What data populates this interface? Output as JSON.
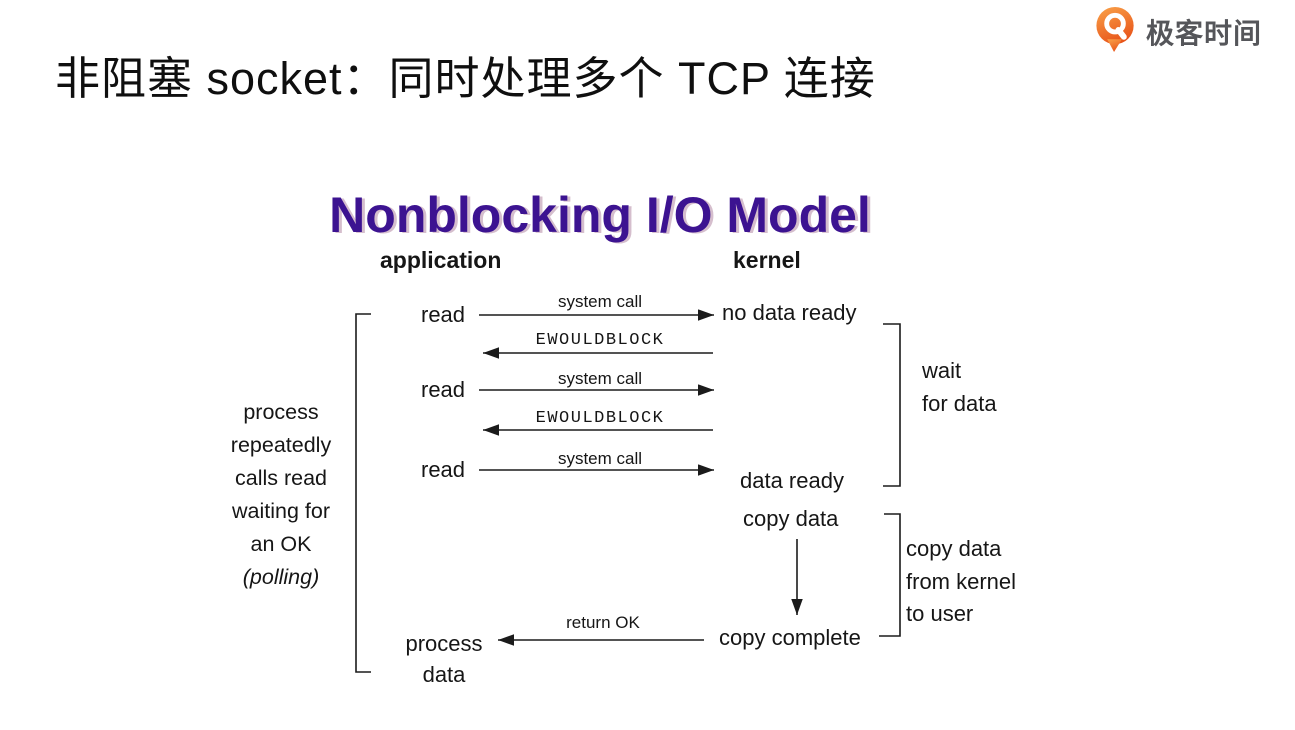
{
  "header": {
    "brand": "极客时间",
    "title": "非阻塞 socket：同时处理多个 TCP 连接"
  },
  "diagram": {
    "title": "Nonblocking I/O Model",
    "columns": {
      "left": "application",
      "right": "kernel"
    },
    "labels": {
      "read": "read",
      "system_call": "system call",
      "ewouldblock": "EWOULDBLOCK",
      "return_ok": "return OK"
    },
    "kernel_states": {
      "no_data_ready": "no data ready",
      "data_ready": "data ready",
      "copy_data": "copy data",
      "copy_complete": "copy complete"
    },
    "process_data": {
      "line1": "process",
      "line2": "data"
    },
    "left_note": [
      "process",
      "repeatedly",
      "calls read",
      "waiting for",
      "an OK",
      "(polling)"
    ],
    "wait_note": [
      "wait",
      "for data"
    ],
    "copy_note": [
      "copy data",
      "from kernel",
      "to user"
    ],
    "colors": {
      "diagram_title_purple": "#3C1391",
      "logo_orange": "#F2691E",
      "logo_text_gray": "#55565A",
      "diagram_ink": "#161616"
    }
  }
}
